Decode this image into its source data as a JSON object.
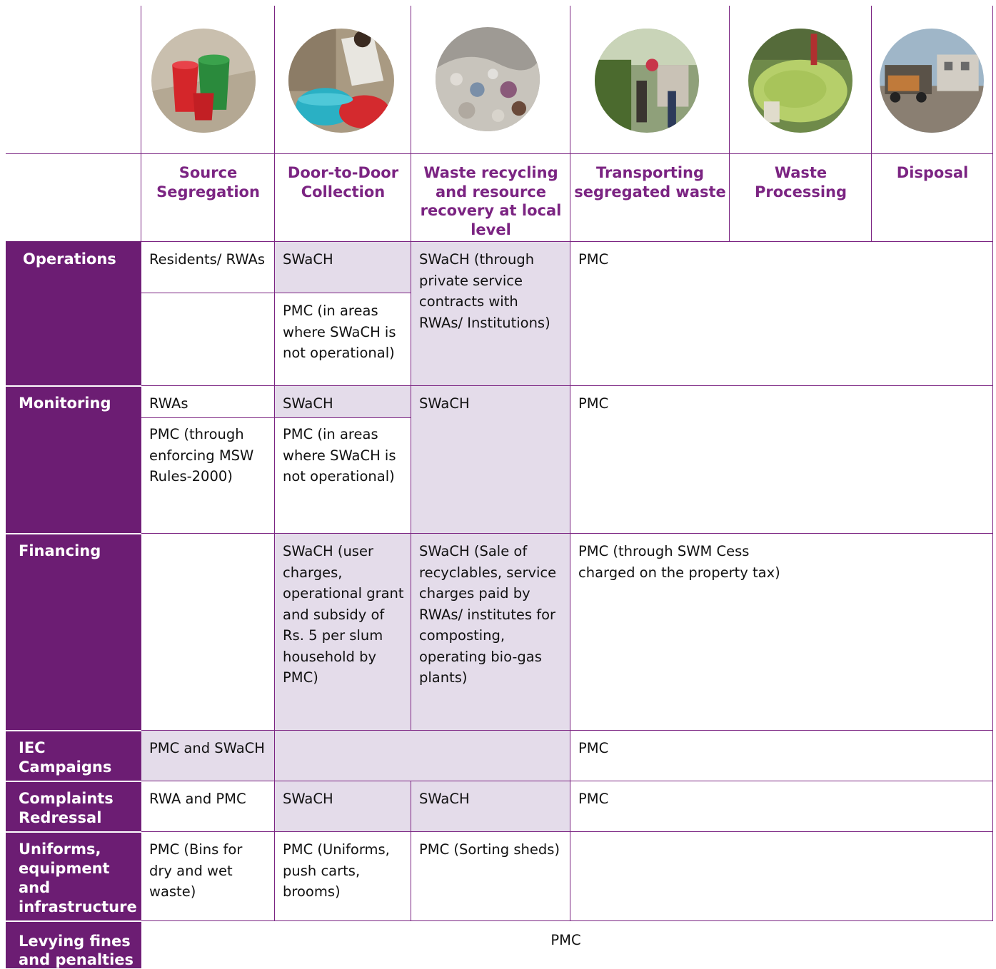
{
  "photos": [
    {
      "icon": "colored-bins-photo-icon"
    },
    {
      "icon": "door-to-door-collection-photo-icon"
    },
    {
      "icon": "recycling-pile-photo-icon"
    },
    {
      "icon": "transport-loading-photo-icon"
    },
    {
      "icon": "waste-processing-photo-icon"
    },
    {
      "icon": "disposal-truck-photo-icon"
    }
  ],
  "columns": [
    "Source Segregation",
    "Door-to-Door Collection",
    "Waste recycling and resource recovery at local level",
    "Transporting segregated waste",
    "Waste Processing",
    "Disposal"
  ],
  "rows": {
    "operations": {
      "label": "Operations",
      "c1": "Residents/ RWAs",
      "c2a": "SWaCH",
      "c2b": "PMC (in areas where SWaCH is not operational)",
      "c3": "SWaCH (through private service contracts with RWAs/ Institutions)",
      "c4": "PMC"
    },
    "monitoring": {
      "label": "Monitoring",
      "c1a": "RWAs",
      "c1b": "PMC (through enforcing MSW Rules-2000)",
      "c2a": "SWaCH",
      "c2b": "PMC (in areas where SWaCH is not operational)",
      "c3": "SWaCH",
      "c4": "PMC"
    },
    "financing": {
      "label": "Financing",
      "c2": "SWaCH (user charges, operational grant and subsidy of Rs. 5 per slum household by PMC)",
      "c3": "SWaCH (Sale of recyclables, service charges paid by RWAs/ institutes for composting, operating bio-gas plants)",
      "c4": "PMC (through SWM Cess charged on the property tax)"
    },
    "iec": {
      "label": "IEC Campaigns",
      "c1": "PMC and SWaCH",
      "c4": "PMC"
    },
    "complaints": {
      "label": "Complaints Redressal",
      "c1": "RWA and PMC",
      "c2": "SWaCH",
      "c3": "SWaCH",
      "c4": "PMC"
    },
    "uniforms": {
      "label": "Uniforms, equipment and infrastructure",
      "c1": "PMC (Bins for dry and wet waste)",
      "c2": "PMC (Uniforms, push carts, brooms)",
      "c3": "PMC (Sorting sheds)"
    },
    "fines": {
      "label": "Levying fines and penalties",
      "c1": "PMC"
    }
  },
  "colors": {
    "purple_dark": "#6c1d73",
    "purple_text": "#7b2482",
    "lavender": "#e4dcea"
  }
}
